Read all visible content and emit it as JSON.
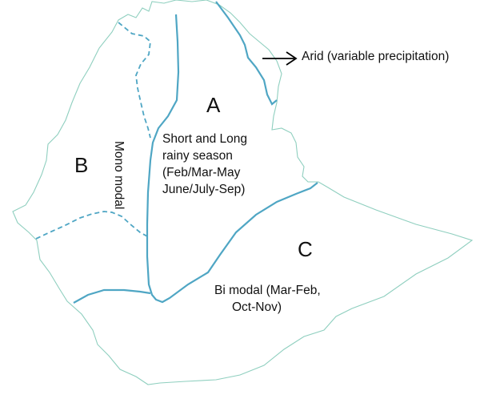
{
  "colors": {
    "outline": "#8fcfbf",
    "boundary": "#4fa6c4",
    "text": "#111111",
    "arrow": "#000000"
  },
  "regions": {
    "a": {
      "letter": "A",
      "description": [
        "Short and Long",
        "rainy season",
        "(Feb/Mar-May",
        "June/July-Sep)"
      ]
    },
    "b": {
      "letter": "B",
      "description": "Mono modal"
    },
    "c": {
      "letter": "C",
      "description": [
        "Bi modal (Mar-Feb,",
        "Oct-Nov)"
      ]
    }
  },
  "arid": {
    "label": "Arid (variable precipitation)"
  }
}
